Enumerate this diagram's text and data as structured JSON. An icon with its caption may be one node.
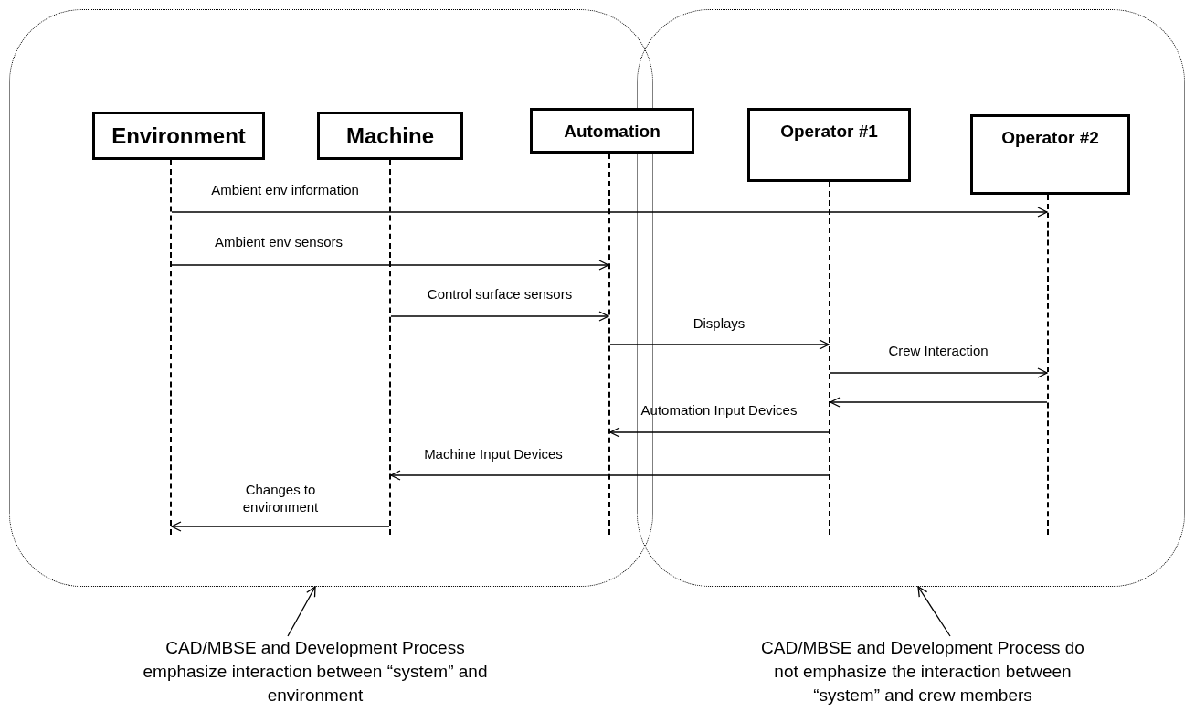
{
  "diagram": {
    "nodes": [
      {
        "text": [],
        "shape": "box"
      },
      {
        "text": [],
        "shape": "box"
      },
      {
        "text": [
          "Environment"
        ],
        "in": 0
      },
      {
        "text": [
          "Machine"
        ],
        "in": 0
      },
      {
        "text": [
          "Automation"
        ]
      },
      {
        "text": [
          "Operator #1"
        ],
        "in": 1
      },
      {
        "text": [
          "Operator #2"
        ],
        "in": 1
      },
      {
        "text": [],
        "shape": "line",
        "in": 0
      },
      {
        "text": [],
        "shape": "line",
        "in": 0
      },
      {
        "text": [],
        "shape": "line",
        "in": 0
      },
      {
        "text": [],
        "shape": "line",
        "in": 1
      },
      {
        "text": [],
        "shape": "line",
        "in": 1
      },
      {
        "text": [
          "CAD/MBSE and Development Process emphasize interaction between “system” and environment"
        ]
      },
      {
        "text": [
          "CAD/MBSE and Development Process do not emphasize the interaction between “system” and crew members"
        ]
      }
    ],
    "edges": [
      {
        "from": 7,
        "to": 11,
        "arrow": "to",
        "label": "Ambient env information"
      },
      {
        "from": 7,
        "to": 9,
        "arrow": "to",
        "label": "Ambient env sensors"
      },
      {
        "from": 8,
        "to": 9,
        "arrow": "to",
        "label": "Control surface sensors"
      },
      {
        "from": 9,
        "to": 10,
        "arrow": "to",
        "label": "Displays"
      },
      {
        "from": 10,
        "to": 11,
        "arrow": "to",
        "label": "Crew Interaction"
      },
      {
        "from": 11,
        "to": 10,
        "arrow": "to"
      },
      {
        "from": 10,
        "to": 9,
        "arrow": "to",
        "label": "Automation Input Devices"
      },
      {
        "from": 10,
        "to": 8,
        "arrow": "to",
        "label": "Machine Input Devices"
      },
      {
        "from": 8,
        "to": 7,
        "arrow": "to",
        "label": "Changes to environment"
      },
      {
        "from": 12,
        "to": 0,
        "arrow": "to"
      },
      {
        "from": 13,
        "to": 1,
        "arrow": "to"
      }
    ]
  }
}
